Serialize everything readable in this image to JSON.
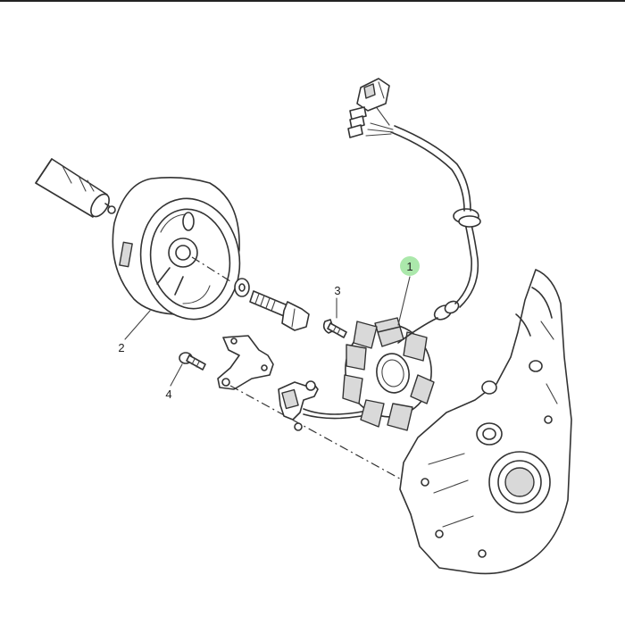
{
  "accent": {
    "highlight": "#8fe08f"
  },
  "callouts": {
    "c1": "1",
    "c2": "2",
    "c3": "3",
    "c4": "4"
  },
  "icons": [
    "stator-coil",
    "flywheel-rotor",
    "bolt",
    "screw",
    "crankcase",
    "wire-harness",
    "connector"
  ]
}
